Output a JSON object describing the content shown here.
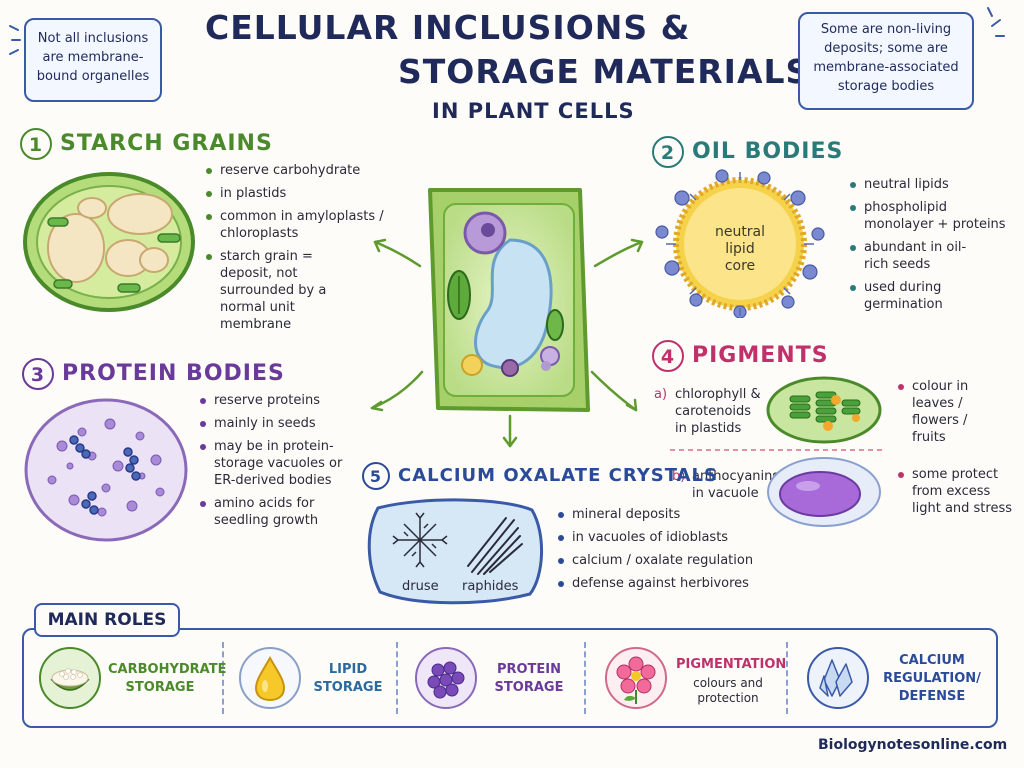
{
  "title": {
    "line1": "CELLULAR INCLUSIONS &",
    "line2": "STORAGE MATERIALS",
    "sub": "IN PLANT CELLS"
  },
  "notes": {
    "left": [
      "Not all inclusions",
      "are membrane-",
      "bound organelles"
    ],
    "right": [
      "Some are non-living",
      "deposits; some are",
      "membrane-associated",
      "storage bodies"
    ]
  },
  "sections": {
    "starch": {
      "num": "1",
      "title": "STARCH GRAINS",
      "bullets": [
        "reserve carbohydrate",
        "in plastids",
        "common in amyloplasts / chloroplasts",
        "starch grain = deposit, not surrounded by a normal unit membrane"
      ]
    },
    "oil": {
      "num": "2",
      "title": "OIL BODIES",
      "core_label": [
        "neutral",
        "lipid",
        "core"
      ],
      "bullets": [
        "neutral lipids",
        "phospholipid monolayer + proteins",
        "abundant in oil-rich seeds",
        "used during germination"
      ]
    },
    "protein": {
      "num": "3",
      "title": "PROTEIN BODIES",
      "bullets": [
        "reserve proteins",
        "mainly in seeds",
        "may be in protein-storage vacuoles or ER-derived bodies",
        "amino acids for seedling growth"
      ]
    },
    "pigments": {
      "num": "4",
      "title": "PIGMENTS",
      "a_label": "a)",
      "a_text": [
        "chlorophyll &",
        "carotenoids",
        "in plastids"
      ],
      "b_label": "b)",
      "b_text": [
        "anthocyanins",
        "in vacuole"
      ],
      "bullets": [
        "colour in leaves / flowers / fruits",
        "some protect from excess light and stress"
      ]
    },
    "calcium": {
      "num": "5",
      "title": "CALCIUM OXALATE CRYSTALS",
      "druse": "druse",
      "raphides": "raphides",
      "bullets": [
        "mineral deposits",
        "in vacuoles of idioblasts",
        "calcium / oxalate regulation",
        "defense against herbivores"
      ]
    }
  },
  "roles": {
    "label": "MAIN ROLES",
    "items": [
      {
        "lines": [
          "CARBOHYDRATE",
          "STORAGE"
        ],
        "color": "#4a8a2a",
        "icon": "rice-bowl-icon"
      },
      {
        "lines": [
          "LIPID",
          "STORAGE"
        ],
        "color": "#2a6aa0",
        "icon": "oil-drop-icon"
      },
      {
        "lines": [
          "PROTEIN",
          "STORAGE"
        ],
        "color": "#6a3a9a",
        "icon": "protein-cluster-icon"
      },
      {
        "lines": [
          "PIGMENTATION"
        ],
        "sub": [
          "colours and",
          "protection"
        ],
        "color": "#c0306a",
        "icon": "flower-icon"
      },
      {
        "lines": [
          "CALCIUM",
          "REGULATION/",
          "DEFENSE"
        ],
        "color": "#2a4a9a",
        "icon": "crystal-icon"
      }
    ]
  },
  "footer": "Biologynotesonline.com",
  "colors": {
    "navy": "#1f2a5a",
    "green": "#4a8a2a",
    "teal": "#2a7a7a",
    "purple": "#6a3a9a",
    "pink": "#c0306a",
    "blue": "#2a4a9a"
  }
}
